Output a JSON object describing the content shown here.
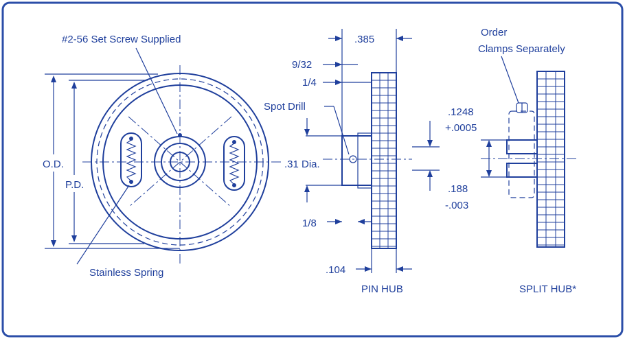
{
  "labels": {
    "set_screw": "#2-56 Set Screw Supplied",
    "od": "O.D.",
    "pd": "P.D.",
    "stainless_spring": "Stainless Spring",
    "dim_385": ".385",
    "dim_9_32": "9/32",
    "dim_1_4": "1/4",
    "spot_drill": "Spot Drill",
    "dia_31": ".31 Dia.",
    "dim_1_8": "1/8",
    "dim_104": ".104",
    "pin_hub": "PIN HUB",
    "order_clamps_1": "Order",
    "order_clamps_2": "Clamps Separately",
    "dim_1248": ".1248",
    "tol_0005": "+.0005",
    "dim_188": ".188",
    "tol_003": "-.003",
    "split_hub": "SPLIT HUB*"
  },
  "colors": {
    "ink": "#1f3f9c",
    "frame": "#2b4ea8",
    "background": "#ffffff"
  }
}
